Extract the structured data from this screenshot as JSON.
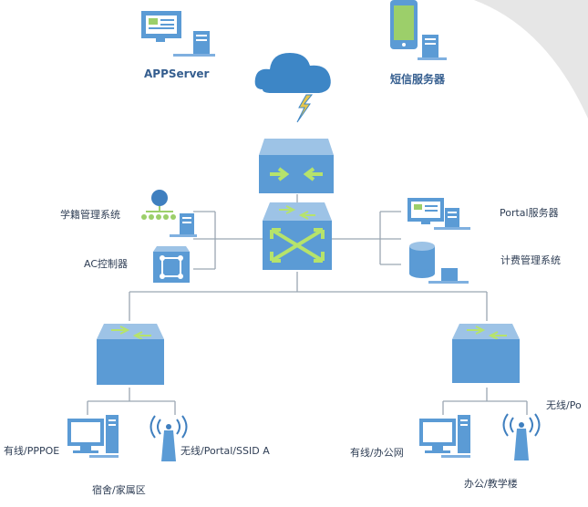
{
  "labels": {
    "app_server": "APPServer",
    "sms_server": "短信服务器",
    "student_system": "学籍管理系统",
    "ac_controller": "AC控制器",
    "portal_server": "Portal服务器",
    "billing_system": "计费管理系统",
    "left_wired": "有线/PPPOE",
    "left_wireless": "无线/Portal/SSID A",
    "left_area": "宿舍/家属区",
    "right_wired": "有线/办公网",
    "right_wireless": "无线/Po",
    "right_area": "办公/教学楼"
  },
  "colors": {
    "device_blue": "#5b9bd5",
    "device_dark": "#3f7fbf",
    "arrow_green": "#b6e36b",
    "line_gray": "#9aa6b2",
    "cloud": "#3d86c6"
  }
}
